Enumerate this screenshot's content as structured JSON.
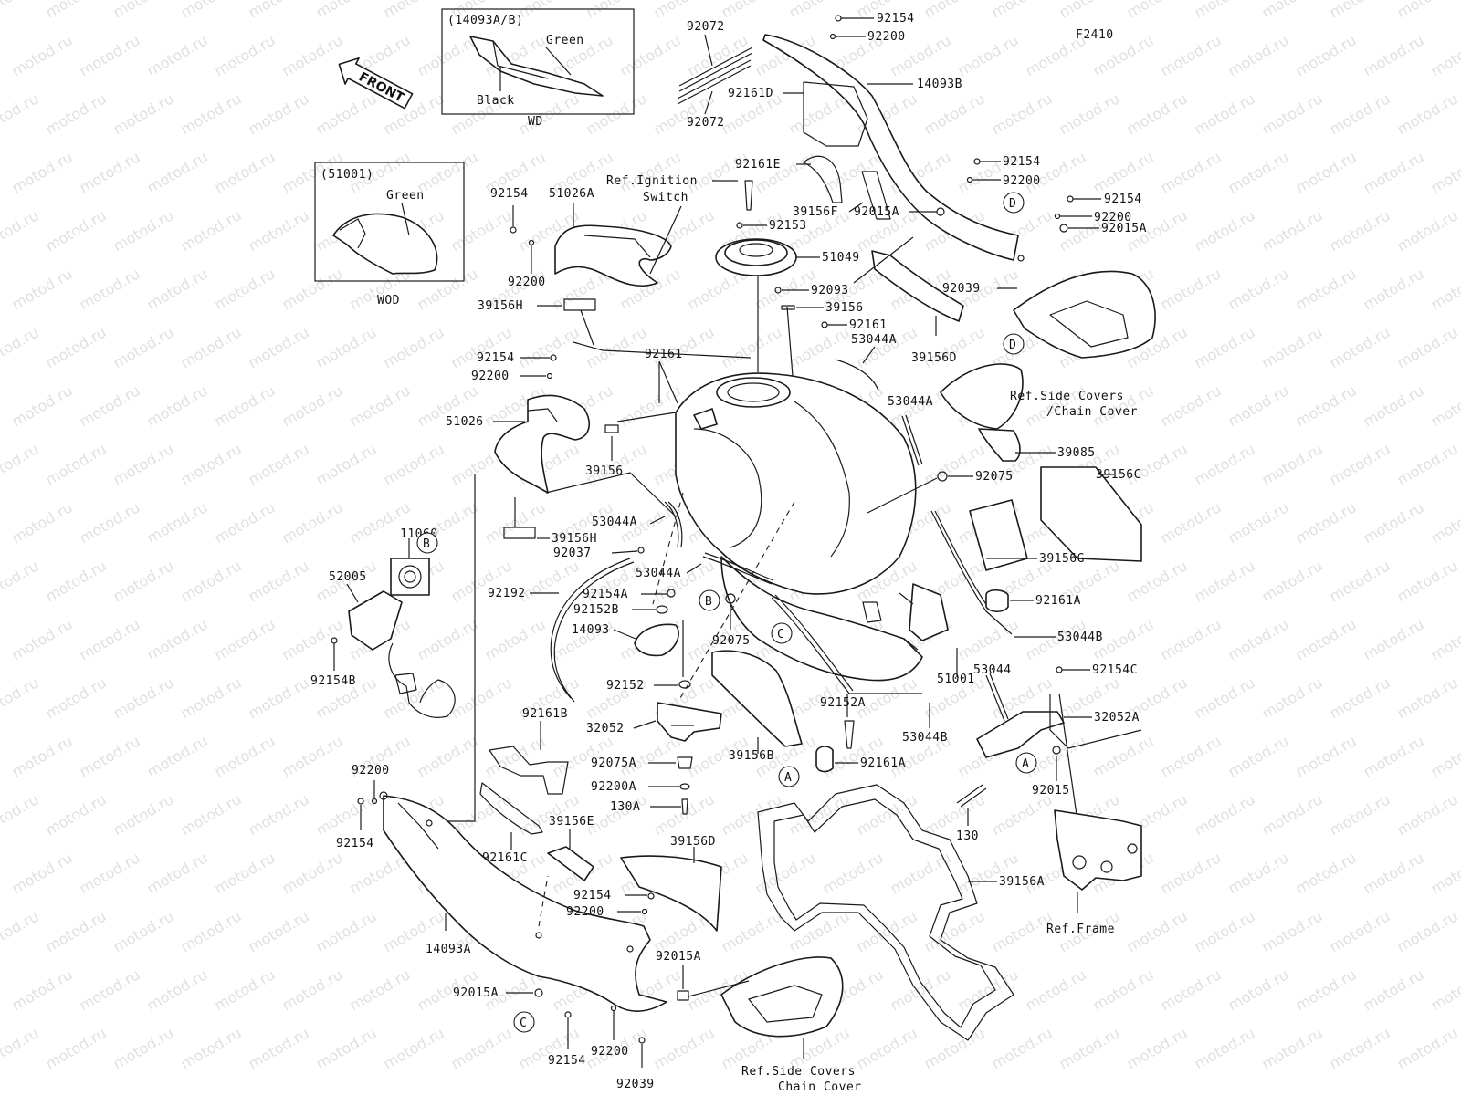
{
  "figure_code": "F2410",
  "front_arrow_label": "FRONT",
  "insets": {
    "wd": {
      "header": "(14093A/B)",
      "green": "Green",
      "black": "Black",
      "variant": "WD"
    },
    "wod": {
      "header": "(51001)",
      "green": "Green",
      "variant": "WOD"
    }
  },
  "parts": {
    "p92072_top": "92072",
    "p92072_bot": "92072",
    "p92154_a": "92154",
    "p92200_a": "92200",
    "p14093B": "14093B",
    "p92161D": "92161D",
    "p92161E": "92161E",
    "p92154_b": "92154",
    "p92200_b": "92200",
    "p39156F": "39156F",
    "p92154_c": "92154",
    "p92200_c": "92200",
    "p92015A_a": "92015A",
    "p92015A_b": "92015A",
    "p92039_a": "92039",
    "p39156D_a": "39156D",
    "p92154_d": "92154",
    "p51026A": "51026A",
    "p92200_d": "92200",
    "p39156H_a": "39156H",
    "p92153": "92153",
    "p51049": "51049",
    "p92093": "92093",
    "p39156_a": "39156",
    "p92161_a": "92161",
    "p53044A_a": "53044A",
    "p53044A_b": "53044A",
    "p92161_b": "92161",
    "p92154_e": "92154",
    "p92200_e": "92200",
    "p51026": "51026",
    "p39156_b": "39156",
    "p39085": "39085",
    "p92075_a": "92075",
    "p39156C": "39156C",
    "p53044A_c": "53044A",
    "p39156H_b": "39156H",
    "p92037": "92037",
    "p53044A_d": "53044A",
    "p39156G": "39156G",
    "p11060": "11060",
    "p52005": "52005",
    "p92154B": "92154B",
    "p92192": "92192",
    "p92154A": "92154A",
    "p92152B": "92152B",
    "p14093": "14093",
    "p92075_b": "92075",
    "p92161A_a": "92161A",
    "p53044B_a": "53044B",
    "p92152": "92152",
    "p92161B": "92161B",
    "p32052": "32052",
    "p92152A": "92152A",
    "p51001": "51001",
    "p53044": "53044",
    "p92154C": "92154C",
    "p32052A": "32052A",
    "p53044B_b": "53044B",
    "p39156B": "39156B",
    "p92075A": "92075A",
    "p92200A": "92200A",
    "p130A": "130A",
    "p92161A_b": "92161A",
    "p92015": "92015",
    "p130": "130",
    "p92200_f": "92200",
    "p92154_f": "92154",
    "p39156E": "39156E",
    "p92161C": "92161C",
    "p39156D_b": "39156D",
    "p39156A": "39156A",
    "p92154_g": "92154",
    "p92200_g": "92200",
    "p14093A": "14093A",
    "p92015A_c": "92015A",
    "p92015A_d": "92015A",
    "p92154_h": "92154",
    "p92200_h": "92200",
    "p92039_b": "92039"
  },
  "references": {
    "ignition_l1": "Ref.Ignition",
    "ignition_l2": "Switch",
    "side_top_l1": "Ref.Side Covers",
    "side_top_l2": "/Chain Cover",
    "frame": "Ref.Frame",
    "side_bot_l1": "Ref.Side Covers",
    "side_bot_l2": "Chain Cover"
  },
  "callouts": {
    "A1": "A",
    "A2": "A",
    "B1": "B",
    "B2": "B",
    "C1": "C",
    "C2": "C",
    "D1": "D",
    "D2": "D"
  },
  "watermark": "motod.ru"
}
